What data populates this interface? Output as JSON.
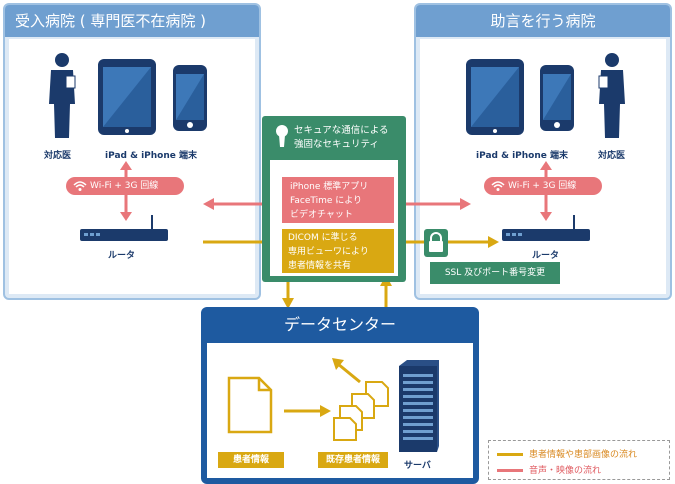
{
  "left_hospital": {
    "title": "受入病院 ( 専門医不在病院 )",
    "doctor_label": "対応医",
    "device_label": "iPad & iPhone 端末",
    "wifi_label": "Wi-Fi + 3G 回線",
    "router_label": "ルータ"
  },
  "right_hospital": {
    "title": "助言を行う病院",
    "doctor_label": "対応医",
    "device_label": "iPad & iPhone 端末",
    "wifi_label": "Wi-Fi + 3G 回線",
    "router_label": "ルータ"
  },
  "security": {
    "line1": "セキュアな通信による",
    "line2": "強固なセキュリティ",
    "facetime_line1": "iPhone 標準アプリ",
    "facetime_line2": "FaceTime により",
    "facetime_line3": "ビデオチャット",
    "dicom_line1": "DICOM に準じる",
    "dicom_line2": "専用ビューワにより",
    "dicom_line3": "患者情報を共有",
    "ssl_label": "SSL 及びポート番号変更"
  },
  "datacenter": {
    "title": "データセンター",
    "patient_info_label": "患者情報",
    "stored_info_label": "既存患者情報",
    "server_label": "サーバ"
  },
  "legend": {
    "yellow_label": "患者情報や患部画像の流れ",
    "red_label": "音声・映像の流れ"
  },
  "colors": {
    "panel_header": "#6f9fd0",
    "navy": "#1b3a6b",
    "red_flow": "#e8767a",
    "yellow_flow": "#d9a812",
    "security_green": "#3a8c6a",
    "datacenter_blue": "#1e5aa0"
  }
}
